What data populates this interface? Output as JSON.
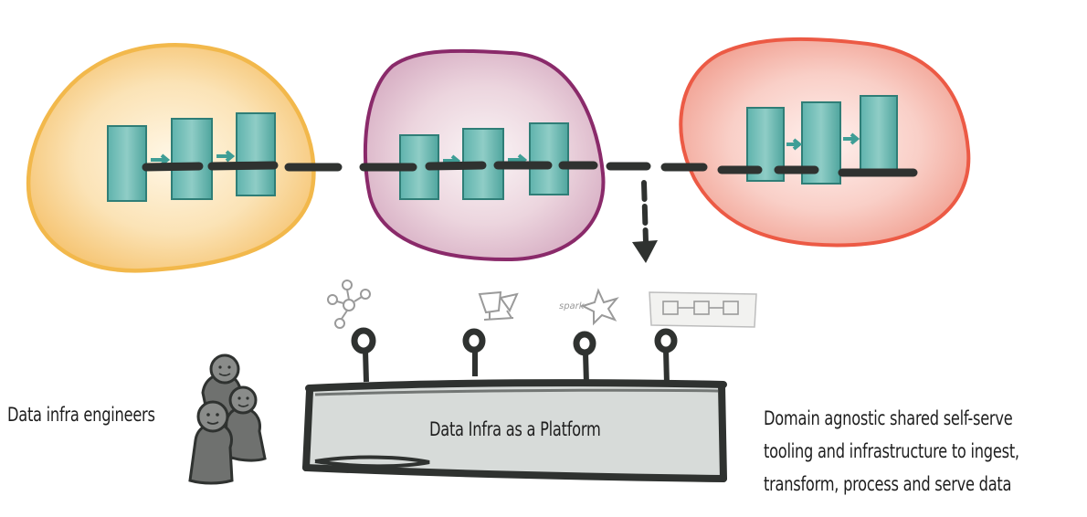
{
  "labels": {
    "left": "Data infra engineers",
    "platform": "Data Infra as a Platform",
    "right_lines": [
      "Domain agnostic shared self-serve",
      "tooling and infrastructure to ingest,",
      "transform, process and serve data"
    ],
    "spark": "spark"
  },
  "colors": {
    "domain_1": "#f2b84b",
    "domain_2": "#8a2a6a",
    "domain_3": "#ec5a45",
    "teal": "#3f9e96",
    "ink": "#2f3230",
    "platform_fill": "#d7dbd9"
  },
  "icons": [
    "graph-icon",
    "workflow-icon",
    "spark-logo-icon",
    "pipeline-icon"
  ]
}
